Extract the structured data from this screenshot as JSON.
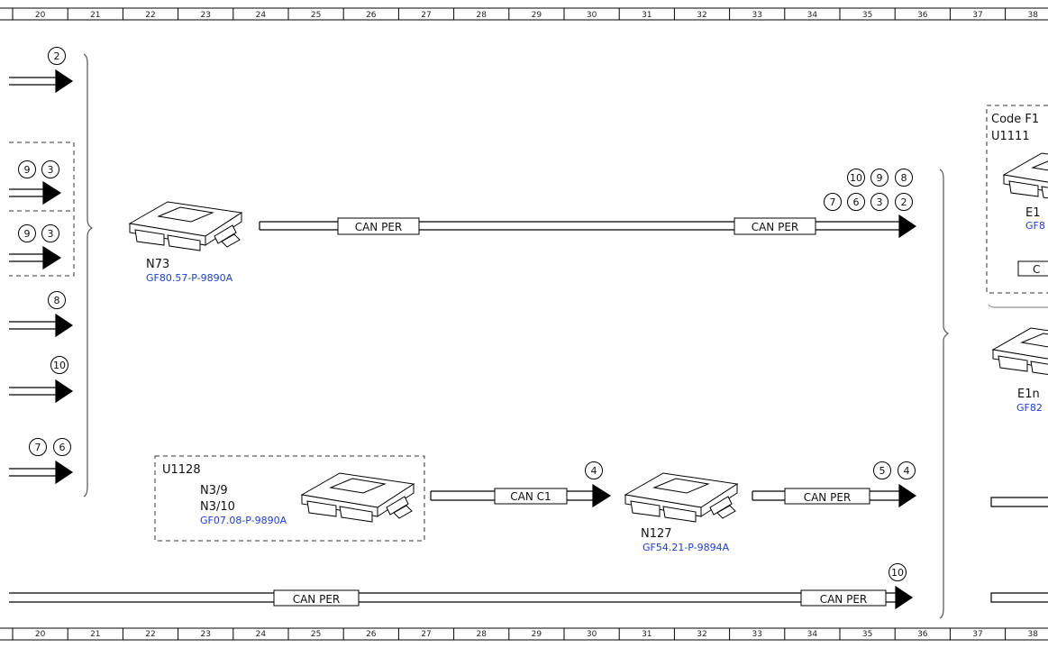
{
  "ruler": {
    "columns": [
      "20",
      "21",
      "22",
      "23",
      "24",
      "25",
      "26",
      "27",
      "28",
      "29",
      "30",
      "31",
      "32",
      "33",
      "34",
      "35",
      "36",
      "37",
      "38"
    ]
  },
  "nodes": {
    "n73": {
      "name": "N73",
      "ref": "GF80.57-P-9890A"
    },
    "u1128": {
      "group": "U1128",
      "name1": "N3/9",
      "name2": "N3/10",
      "ref": "GF07.08-P-9890A"
    },
    "n127": {
      "name": "N127",
      "ref": "GF54.21-P-9894A"
    },
    "code_group": {
      "line1": "Code F1",
      "line2": "U1111",
      "inner_name": "E1",
      "inner_ref": "GF8",
      "box_text": "C"
    },
    "e1n": {
      "name": "E1n",
      "ref": "GF82"
    }
  },
  "bus_labels": {
    "can_per": "CAN PER",
    "can_c1": "CAN C1"
  },
  "markers": {
    "m2_left": "2",
    "m9a": "9",
    "m3a": "3",
    "m9b": "9",
    "m3b": "3",
    "m8_left": "8",
    "m10_left": "10",
    "m7_left": "7",
    "m6_left": "6",
    "r10": "10",
    "r9": "9",
    "r8": "8",
    "r7": "7",
    "r6": "6",
    "r3": "3",
    "r2": "2",
    "c4": "4",
    "p5": "5",
    "p4": "4",
    "b10": "10"
  },
  "colors": {
    "line": "#000000",
    "reference_link": "#1f3fc9",
    "dashed_box": "#333333"
  }
}
